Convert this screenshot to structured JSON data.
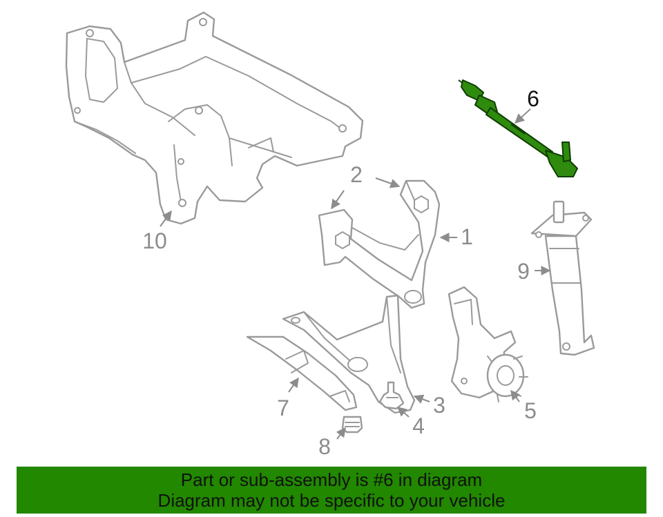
{
  "diagram": {
    "callouts": [
      {
        "id": "1",
        "label": "1"
      },
      {
        "id": "2",
        "label": "2"
      },
      {
        "id": "3",
        "label": "3"
      },
      {
        "id": "4",
        "label": "4"
      },
      {
        "id": "5",
        "label": "5"
      },
      {
        "id": "6",
        "label": "6"
      },
      {
        "id": "7",
        "label": "7"
      },
      {
        "id": "8",
        "label": "8"
      },
      {
        "id": "9",
        "label": "9"
      },
      {
        "id": "10",
        "label": "10"
      }
    ],
    "highlighted_part": "6",
    "colors": {
      "highlight_part": "#2e8b0e",
      "line_art": "#9a9a9a",
      "banner_background": "#218800",
      "banner_text": "#111111"
    }
  },
  "banner": {
    "line1": "Part or sub-assembly is #6 in diagram",
    "line2": "Diagram may not be specific to your vehicle"
  }
}
